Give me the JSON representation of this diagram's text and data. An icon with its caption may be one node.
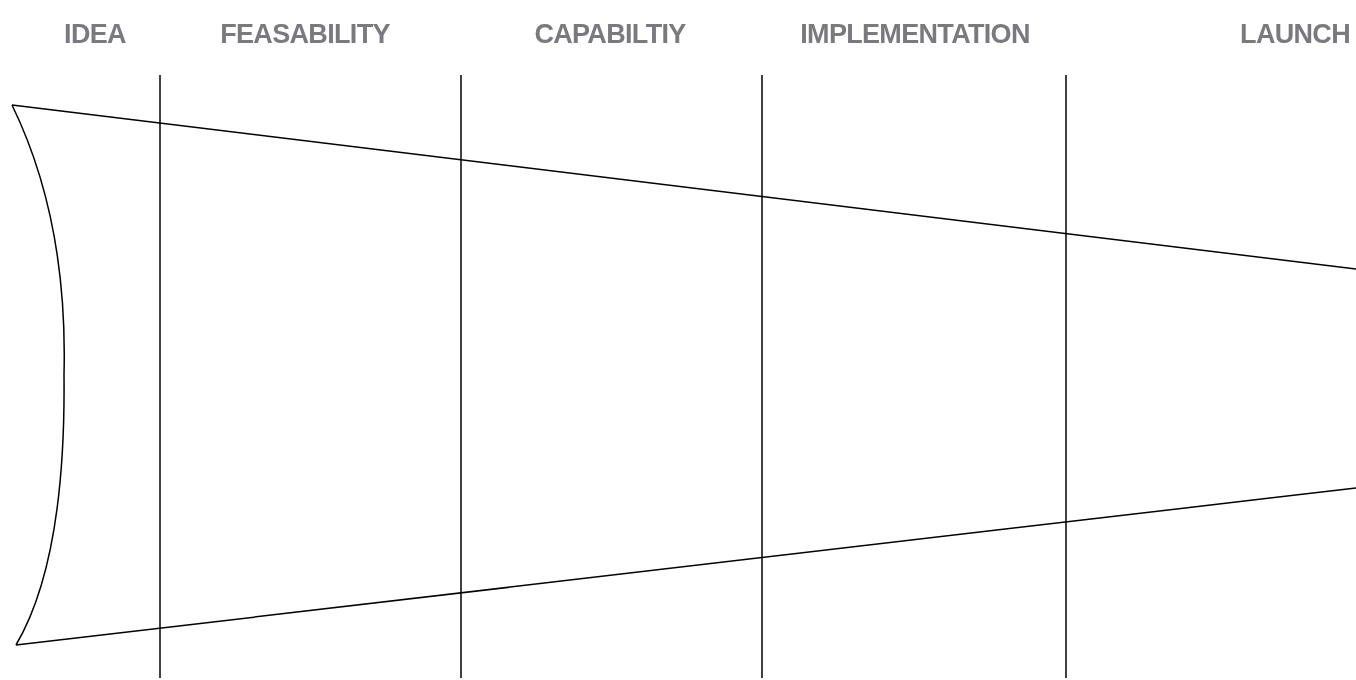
{
  "diagram": {
    "labels": [
      "IDEA",
      "FEASABILITY",
      "CAPABILTIY",
      "IMPLEMENTATION",
      "LAUNCH"
    ]
  }
}
